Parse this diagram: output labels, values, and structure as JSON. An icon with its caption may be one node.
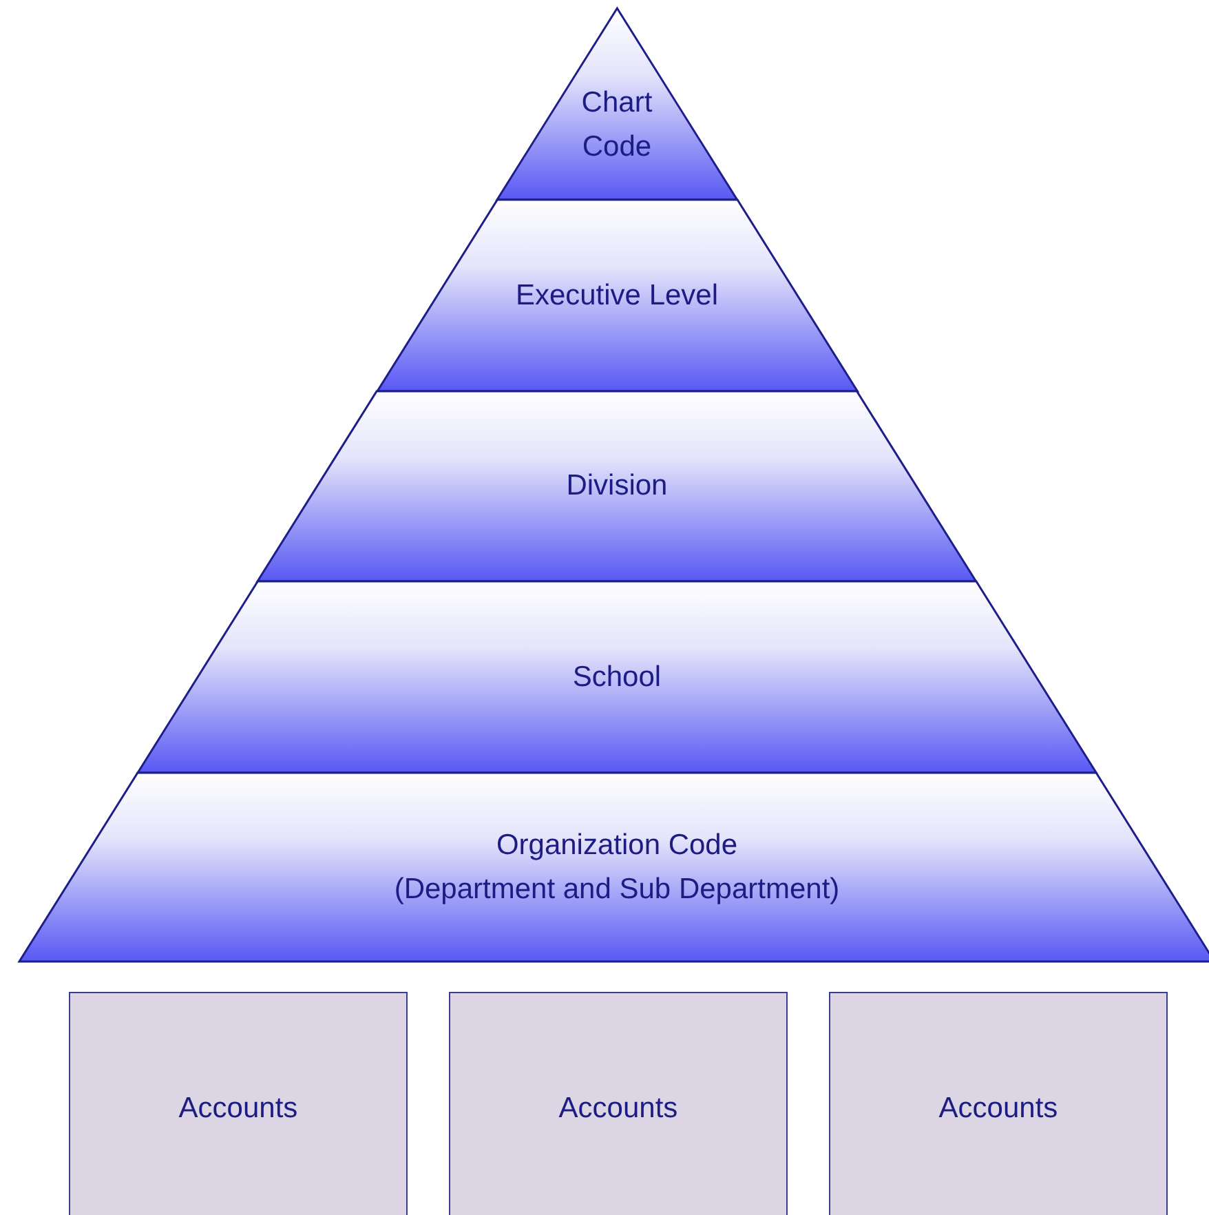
{
  "diagram": {
    "nodes": [
      {
        "text": [
          "Chart Code"
        ]
      },
      {
        "text": [
          "Executive Level"
        ]
      },
      {
        "text": [
          "Division"
        ]
      },
      {
        "text": [
          "School"
        ]
      },
      {
        "text": [
          "Organization Code",
          "(Department and Sub Department)"
        ]
      },
      {
        "text": [
          "Accounts"
        ]
      },
      {
        "text": [
          "Accounts"
        ]
      },
      {
        "text": [
          "Accounts"
        ]
      }
    ]
  }
}
